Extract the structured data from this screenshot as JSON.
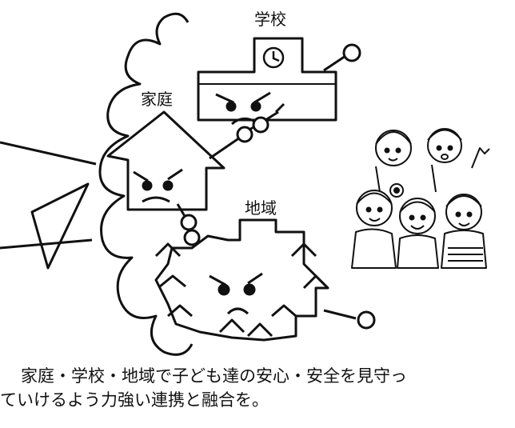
{
  "labels": {
    "school": "学校",
    "home": "家庭",
    "community": "地域"
  },
  "caption": {
    "line1": "家庭・学校・地域で子ども達の安心・安全を見守っ",
    "line2": "ていけるよう力強い連携と融合を。"
  },
  "colors": {
    "ink": "#111111",
    "background": "#ffffff"
  },
  "icons": [
    "clock-icon",
    "angry-face-icon",
    "house-icon",
    "school-building-icon",
    "handshake-chain-icon",
    "children-group-icon"
  ]
}
